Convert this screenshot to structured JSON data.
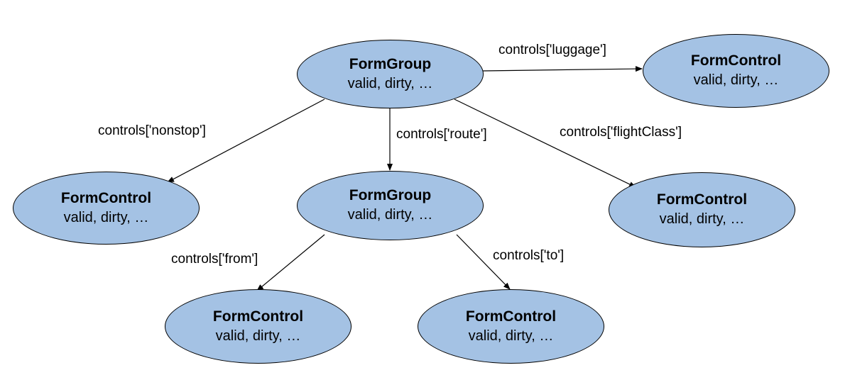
{
  "colors": {
    "node_fill": "#a4c2e4",
    "node_stroke": "#000000",
    "edge_stroke": "#000000"
  },
  "nodes": {
    "root": {
      "type": "FormGroup",
      "props": "valid, dirty, …"
    },
    "luggage": {
      "type": "FormControl",
      "props": "valid, dirty, …"
    },
    "nonstop": {
      "type": "FormControl",
      "props": "valid, dirty, …"
    },
    "route": {
      "type": "FormGroup",
      "props": "valid, dirty, …"
    },
    "flightClass": {
      "type": "FormControl",
      "props": "valid, dirty, …"
    },
    "from": {
      "type": "FormControl",
      "props": "valid, dirty, …"
    },
    "to": {
      "type": "FormControl",
      "props": "valid, dirty, …"
    }
  },
  "edges": {
    "luggage": {
      "from": "root",
      "to": "luggage",
      "label": "controls['luggage']"
    },
    "nonstop": {
      "from": "root",
      "to": "nonstop",
      "label": "controls['nonstop']"
    },
    "route": {
      "from": "root",
      "to": "route",
      "label": "controls['route']"
    },
    "flightClass": {
      "from": "root",
      "to": "flightClass",
      "label": "controls['flightClass']"
    },
    "from": {
      "from": "route",
      "to": "from",
      "label": "controls['from']"
    },
    "to": {
      "from": "route",
      "to": "to",
      "label": "controls['to']"
    }
  }
}
